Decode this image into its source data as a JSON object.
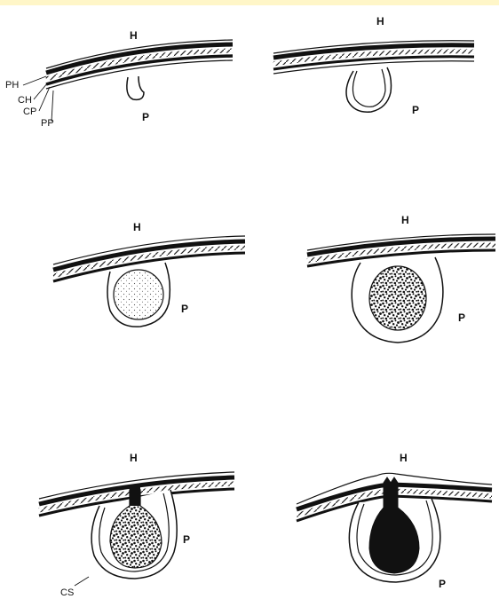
{
  "labels": {
    "host": "H",
    "parasite": "P",
    "ph": "PH",
    "ch": "CH",
    "cp": "CP",
    "pp": "PP",
    "cs": "CS"
  },
  "colors": {
    "ink": "#111111",
    "paper": "#ffffff",
    "stipple": "#555555",
    "top_band": "#fff6c8"
  }
}
